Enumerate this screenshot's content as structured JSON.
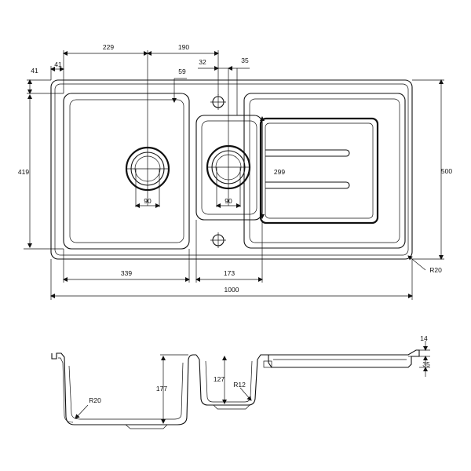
{
  "plan": {
    "dimensions": {
      "bowl_large_width": "229",
      "bowl_gap_width": "190",
      "tap_offset_32": "32",
      "tap_offset_35": "35",
      "edge_41_a": "41",
      "edge_41_b": "41",
      "offset_59": "59",
      "height_419": "419",
      "height_500": "500",
      "height_299": "299",
      "waste_large": "90",
      "waste_small": "90",
      "width_339": "339",
      "width_173": "173",
      "overall_width": "1000",
      "corner_radius": "R20"
    }
  },
  "section": {
    "dimensions": {
      "top_14": "14",
      "depth_35": "35",
      "depth_177": "177",
      "depth_127": "127",
      "radius_r12": "R12",
      "radius_r20": "R20"
    }
  },
  "colors": {
    "line": "#111111",
    "background": "#ffffff"
  }
}
